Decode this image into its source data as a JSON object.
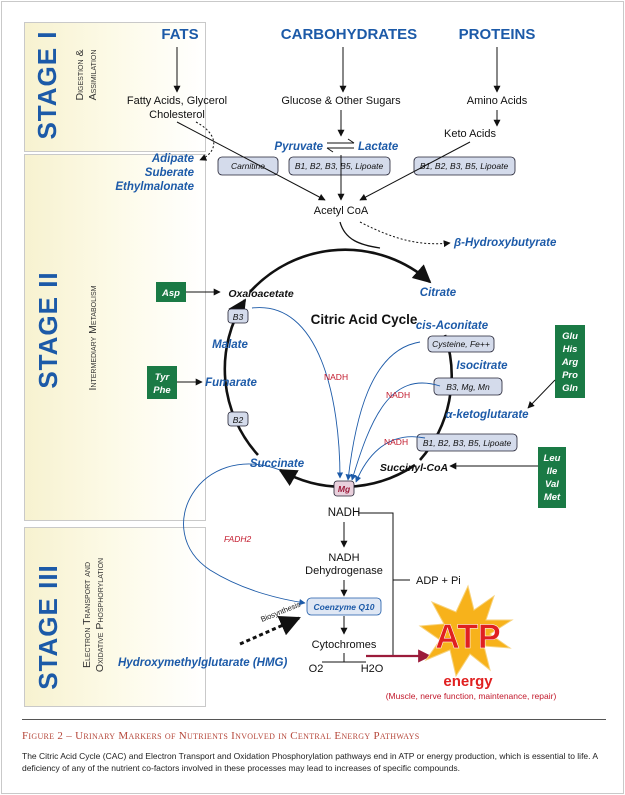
{
  "stages": {
    "s1": {
      "label": "STAGE I",
      "sub_line1": "Digestion &",
      "sub_line2": "Assimilation"
    },
    "s2": {
      "label": "STAGE II",
      "sub": "Intermediary Metabolism"
    },
    "s3": {
      "label": "STAGE III",
      "sub_line1": "Electron Transport and",
      "sub_line2": "Oxidative Phosphorylation"
    }
  },
  "sources": {
    "fats": "FATS",
    "carbohydrates": "CARBOHYDRATES",
    "proteins": "PROTEINS"
  },
  "digestion": {
    "fatty_acids_1": "Fatty Acids, Glycerol",
    "fatty_acids_2": "Cholesterol",
    "glucose": "Glucose & Other Sugars",
    "amino_acids": "Amino Acids",
    "keto_acids": "Keto Acids",
    "pyruvate": "Pyruvate",
    "lactate": "Lactate",
    "adipate": "Adipate",
    "suberate": "Suberate",
    "ethylmalonate": "Ethylmalonate",
    "acetyl_coa": "Acetyl CoA",
    "hydroxybutyrate": "β-Hydroxybutyrate"
  },
  "cofactors": {
    "carnitine": "Carnitine",
    "pyruvate_cof": "B1, B2, B3, B5, Lipoate",
    "keto_cof": "B1, B2, B3, B5, Lipoate",
    "b3_oxalo": "B3",
    "cysteine": "Cysteine, Fe++",
    "b3_mg_mn": "B3, Mg, Mn",
    "b2": "B2",
    "akg_cof": "B1, B2, B3, B5, Lipoate",
    "mg": "Mg"
  },
  "cycle": {
    "title": "Citric Acid Cycle",
    "oxaloacetate": "Oxaloacetate",
    "citrate": "Citrate",
    "cis_aconitate": "cis-Aconitate",
    "isocitrate": "Isocitrate",
    "a_ketoglutarate": "α-ketoglutarate",
    "succinyl_coa": "Succinyl-CoA",
    "succinate": "Succinate",
    "fumarate": "Fumarate",
    "malate": "Malate",
    "nadh_label": "NADH"
  },
  "amino_boxes": {
    "asp": "Asp",
    "tyr": "Tyr",
    "phe": "Phe",
    "right_top": [
      "Glu",
      "His",
      "Arg",
      "Pro",
      "Gln"
    ],
    "right_bottom": [
      "Leu",
      "Ile",
      "Val",
      "Met"
    ]
  },
  "etc": {
    "nadh": "NADH",
    "dehydrogenase_1": "NADH",
    "dehydrogenase_2": "Dehydrogenase",
    "fadh2": "FADH2",
    "coenzyme": "Coenzyme Q10",
    "biosynthesis": "Biosynthesis",
    "hmg": "Hydroxymethylglutarate (HMG)",
    "cytochromes": "Cytochromes",
    "o2": "O2",
    "h2o": "H2O",
    "adp": "ADP + Pi"
  },
  "atp": {
    "label": "ATP",
    "energy": "energy",
    "note": "(Muscle, nerve function, maintenance, repair)"
  },
  "caption": {
    "title": "Figure 2 – Urinary Markers of Nutrients Involved in Central Energy Pathways",
    "body": "The Citric Acid Cycle (CAC) and Electron Transport and Oxidation Phosphorylation pathways end in ATP or energy production, which is essential to life. A deficiency of any of the nutrient co-factors involved in these processes may lead to increases of specific compounds."
  },
  "colors": {
    "blue": "#1c5aa8",
    "red": "#c2182b",
    "green": "#1a7a45",
    "cofactor_fill": "#d4dbeb",
    "atp_red": "#e02020",
    "atp_star": "#f7b21b"
  }
}
